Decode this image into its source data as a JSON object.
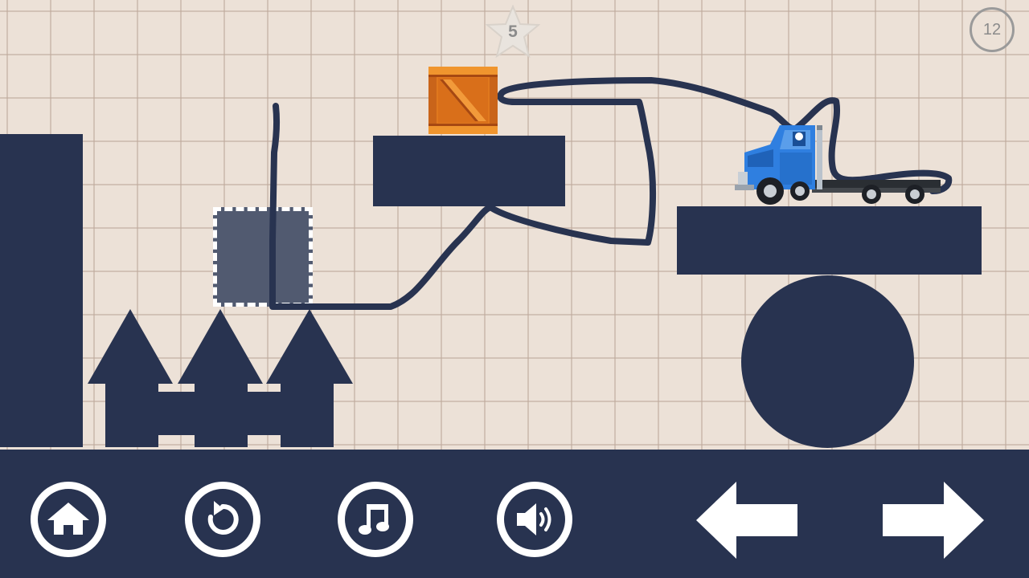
{
  "hud": {
    "stars_remaining": "5",
    "level_number": "12"
  },
  "colors": {
    "block": "#283350",
    "background": "#ece1d7",
    "truck": "#2f7fe0",
    "crate": "#e0781e",
    "drawn_line": "#283350"
  },
  "toolbar": {
    "buttons": [
      {
        "name": "home-button",
        "icon": "home-icon"
      },
      {
        "name": "restart-button",
        "icon": "restart-icon"
      },
      {
        "name": "music-button",
        "icon": "music-note-icon"
      },
      {
        "name": "sound-button",
        "icon": "speaker-icon"
      },
      {
        "name": "previous-level-button",
        "icon": "arrow-left-icon"
      },
      {
        "name": "next-level-button",
        "icon": "arrow-right-icon"
      }
    ]
  }
}
